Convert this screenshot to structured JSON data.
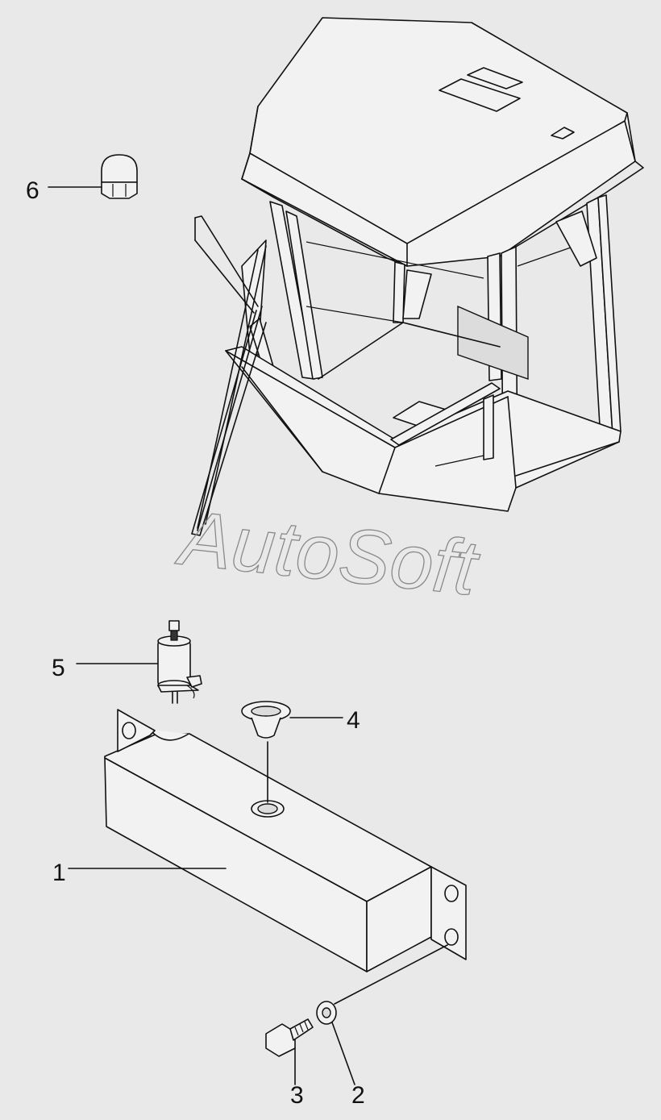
{
  "callouts": [
    {
      "id": "1",
      "label": "1"
    },
    {
      "id": "2",
      "label": "2"
    },
    {
      "id": "3",
      "label": "3"
    },
    {
      "id": "4",
      "label": "4"
    },
    {
      "id": "5",
      "label": "5"
    },
    {
      "id": "6",
      "label": "6"
    }
  ],
  "watermark": "AutoSoft",
  "background_color": "#e9e9e9",
  "line_color": "#111111"
}
